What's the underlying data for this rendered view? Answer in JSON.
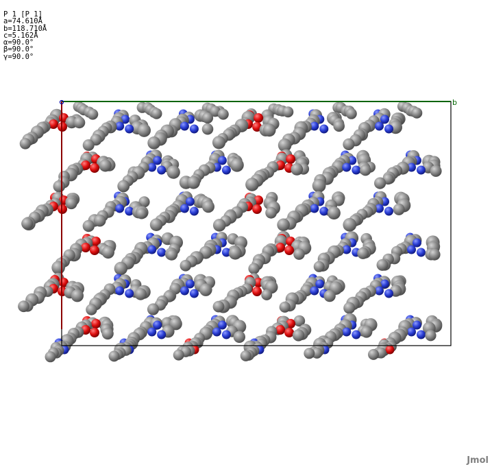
{
  "header": {
    "space_group": "P 1 [P 1]",
    "a": "a=74.610Å",
    "b": "b=118.710Å",
    "c": "c=5.162Å",
    "alpha": "α=90.0°",
    "beta": "β=90.0°",
    "gamma": "γ=90.0°"
  },
  "axes": {
    "b_label": "b"
  },
  "brand": "Jmol",
  "colors": {
    "carbon": "#8a8a8a",
    "nitrogen": "#2b3fd6",
    "oxygen": "#e01010",
    "cell_edge": "#000000",
    "axis_a": "#8b0000",
    "axis_b": "#006400",
    "axis_c": "#0000aa"
  }
}
